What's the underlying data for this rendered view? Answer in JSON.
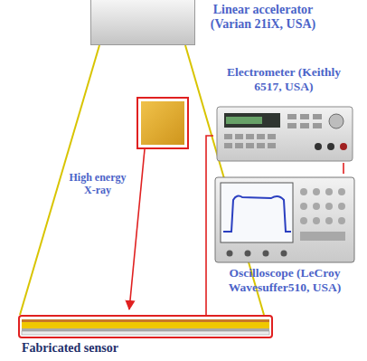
{
  "diagram": {
    "nodes": [
      {
        "text": [
          "Linear accelerator (Varian 21iX, USA)"
        ]
      },
      {
        "text": [
          "Electrometer (Keithly 6517, USA)"
        ]
      },
      {
        "text": [
          "Oscilloscope (LeCroy Wavesuffer510, USA)"
        ]
      },
      {
        "text": [
          "Fabricated sensor"
        ]
      }
    ],
    "edges": [
      {
        "from": 3,
        "to": 1,
        "arrow": "none"
      },
      {
        "from": 1,
        "to": 2,
        "arrow": "none"
      }
    ],
    "labels": [
      "High energy X-ray"
    ]
  }
}
